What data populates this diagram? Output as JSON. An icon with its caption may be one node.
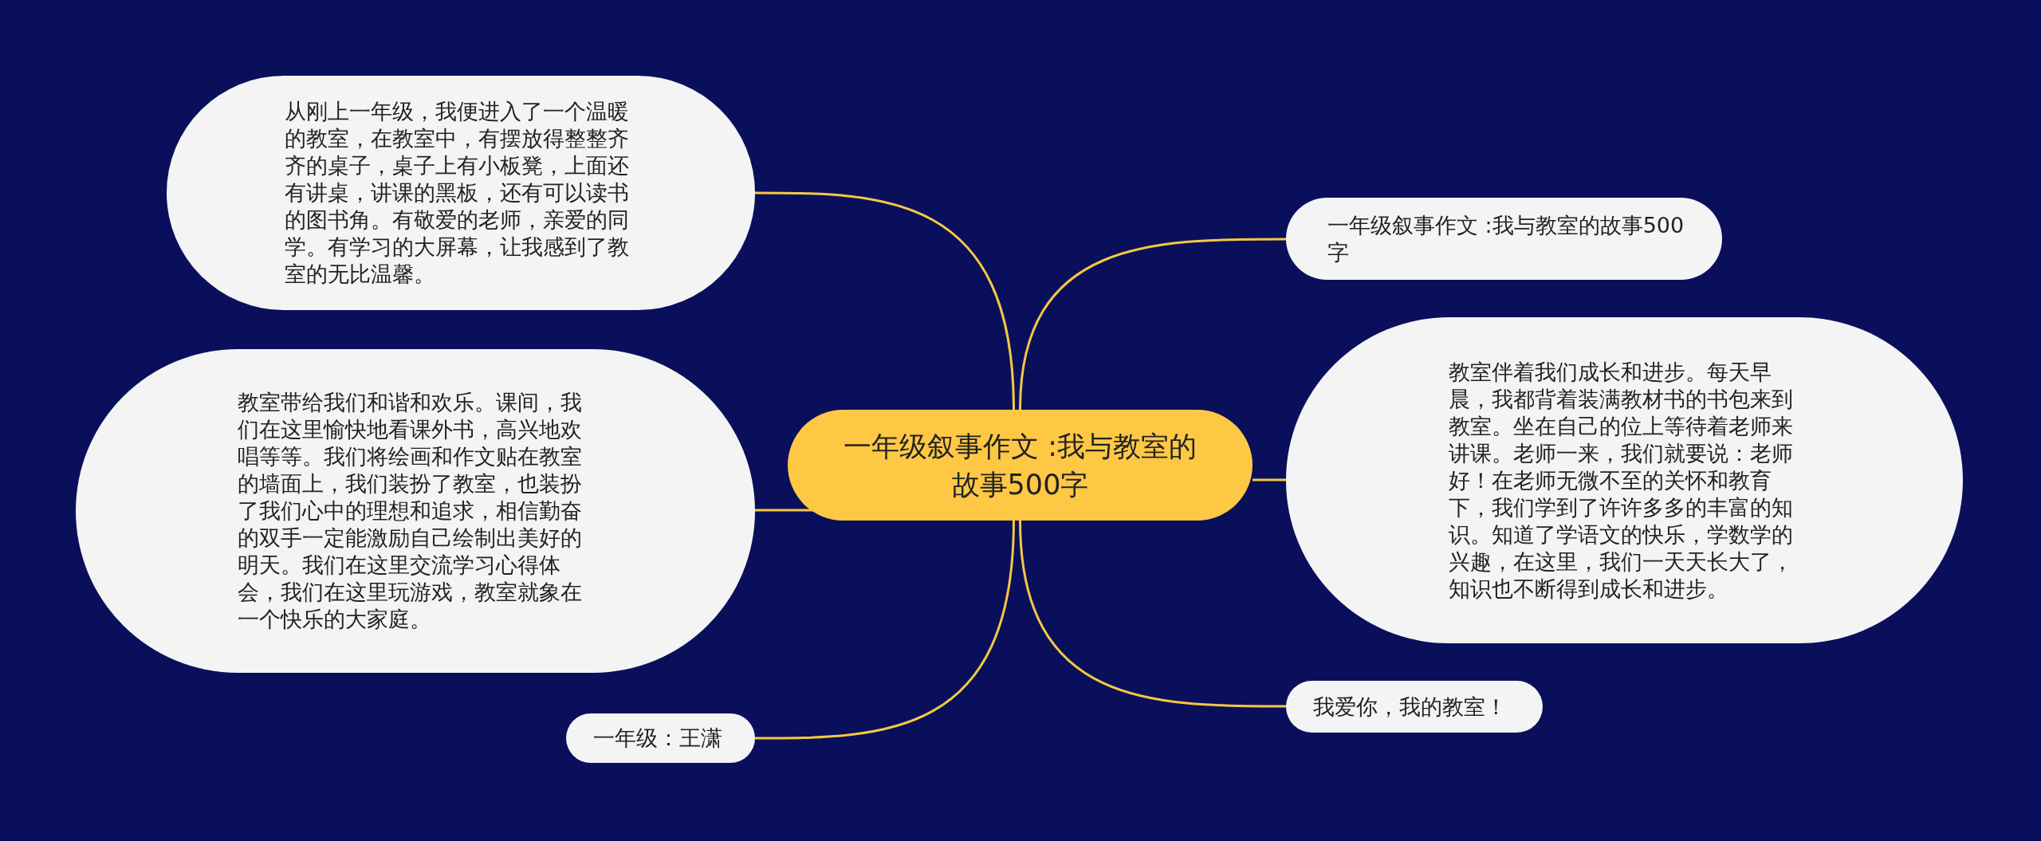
{
  "diagram": {
    "nodes": [
      {
        "text": [
          "一年级叙事作文 :我与教室的故事500字"
        ]
      },
      {
        "text": [
          "从刚上一年级，我便进入了一个温暖的教室，在教室中，有摆放得整整齐齐的桌子，桌子上有小板凳，上面还有讲桌，讲课的黑板，还有可以读书的图书角。有敬爱的老师，亲爱的同学。有学习的大屏幕，让我感到了教室的无比温馨。"
        ]
      },
      {
        "text": [
          "教室带给我们和谐和欢乐。课间，我们在这里愉快地看课外书，高兴地欢唱等等。我们将绘画和作文贴在教室的墙面上，我们装扮了教室，也装扮了我们心中的理想和追求，相信勤奋的双手一定能激励自己绘制出美好的明天。我们在这里交流学习心得体会，我们在这里玩游戏，教室就象在一个快乐的大家庭。"
        ]
      },
      {
        "text": [
          "一年级：王潇"
        ]
      },
      {
        "text": [
          "一年级叙事作文 :我与教室的故事500字"
        ]
      },
      {
        "text": [
          "教室伴着我们成长和进步。每天早晨，我都背着装满教材书的书包来到教室。坐在自己的位上等待着老师来讲课。老师一来，我们就要说：老师好！在老师无微不至的关怀和教育下，我们学到了许许多多的丰富的知识。知道了学语文的快乐，学数学的兴趣，在这里，我们一天天长大了，知识也不断得到成长和进步。"
        ]
      },
      {
        "text": [
          "我爱你，我的教室！"
        ]
      }
    ],
    "edges": [
      {
        "from": 0,
        "to": 1,
        "arrow": "none"
      },
      {
        "from": 0,
        "to": 2,
        "arrow": "none"
      },
      {
        "from": 0,
        "to": 3,
        "arrow": "none"
      },
      {
        "from": 0,
        "to": 4,
        "arrow": "none"
      },
      {
        "from": 0,
        "to": 5,
        "arrow": "none"
      },
      {
        "from": 0,
        "to": 6,
        "arrow": "none"
      }
    ]
  }
}
